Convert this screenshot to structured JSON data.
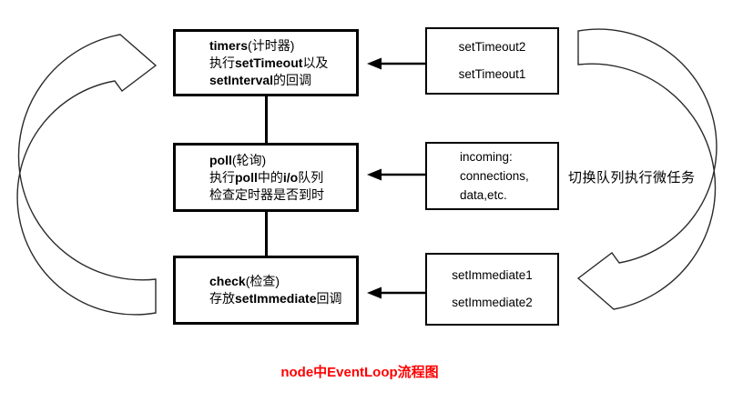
{
  "diagram": {
    "title": {
      "text": "node中EventLoop流程图",
      "color": "#ff0000"
    },
    "side_note": "切换队列执行微任务",
    "phase_boxes": [
      {
        "id": "timers",
        "lines": [
          [
            {
              "t": "timers",
              "b": 1
            },
            {
              "t": "(计时器)",
              "b": 0
            }
          ],
          [
            {
              "t": "执行",
              "b": 0
            },
            {
              "t": "setTimeout",
              "b": 1
            },
            {
              "t": "以及",
              "b": 0
            }
          ],
          [
            {
              "t": "setInterval",
              "b": 1
            },
            {
              "t": "的回调",
              "b": 0
            }
          ]
        ]
      },
      {
        "id": "poll",
        "lines": [
          [
            {
              "t": "poll",
              "b": 1
            },
            {
              "t": "(轮询)",
              "b": 0
            }
          ],
          [
            {
              "t": "执行",
              "b": 0
            },
            {
              "t": "poll",
              "b": 1
            },
            {
              "t": "中的",
              "b": 0
            },
            {
              "t": "i/o",
              "b": 1
            },
            {
              "t": "队列",
              "b": 0
            }
          ],
          [
            {
              "t": "检查定时器是否到时",
              "b": 0
            }
          ]
        ]
      },
      {
        "id": "check",
        "lines": [
          [
            {
              "t": "check",
              "b": 1
            },
            {
              "t": "(检查)",
              "b": 0
            }
          ],
          [
            {
              "t": "存放",
              "b": 0
            },
            {
              "t": "setImmediate",
              "b": 1
            },
            {
              "t": "回调",
              "b": 0
            }
          ]
        ]
      }
    ],
    "queue_boxes": [
      {
        "id": "settimeout-queue",
        "align": "center",
        "lines": [
          "setTimeout2",
          "setTimeout1"
        ]
      },
      {
        "id": "incoming-queue",
        "align": "left",
        "lines": [
          "incoming:",
          "connections,",
          "data,etc."
        ]
      },
      {
        "id": "setimmediate-queue",
        "align": "center",
        "lines": [
          "setImmediate1",
          "setImmediate2"
        ]
      }
    ],
    "shapes": [
      {
        "name": "left-loop-arrow",
        "meaning": "curved block arrow from check back up to timers (event loop cycle)"
      },
      {
        "name": "right-loop-arrow",
        "meaning": "curved block arrow from setTimeout queue down to setImmediate queue"
      },
      {
        "name": "arrow-settimeout-to-timers",
        "meaning": "queue feeds timers phase"
      },
      {
        "name": "arrow-incoming-to-poll",
        "meaning": "queue feeds poll phase"
      },
      {
        "name": "arrow-setimmediate-to-check",
        "meaning": "queue feeds check phase"
      },
      {
        "name": "connector-timers-poll",
        "meaning": "flow timers to poll"
      },
      {
        "name": "connector-poll-check",
        "meaning": "flow poll to check"
      }
    ],
    "colors": {
      "line": "#000000",
      "title": "#ff0000",
      "background": "#ffffff"
    }
  }
}
